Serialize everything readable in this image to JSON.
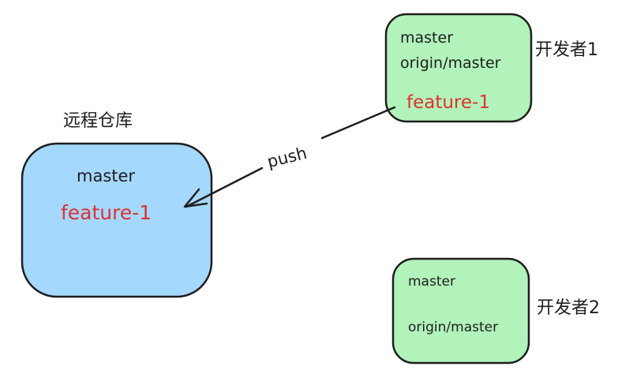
{
  "remote": {
    "title": "远程仓库",
    "branch_master": "master",
    "branch_feature": "feature-1"
  },
  "dev1": {
    "label": "开发者1",
    "branch_master": "master",
    "branch_origin": "origin/master",
    "branch_feature": "feature-1"
  },
  "dev2": {
    "label": "开发者2",
    "branch_master": "master",
    "branch_origin": "origin/master"
  },
  "edge": {
    "label": "push"
  },
  "colors": {
    "remote_fill": "#a5d8ff",
    "dev_fill": "#b2f2bb",
    "stroke": "#1e1e1e",
    "feature_text": "#e03131"
  },
  "icons": {
    "arrowhead": "arrow-head-icon"
  }
}
